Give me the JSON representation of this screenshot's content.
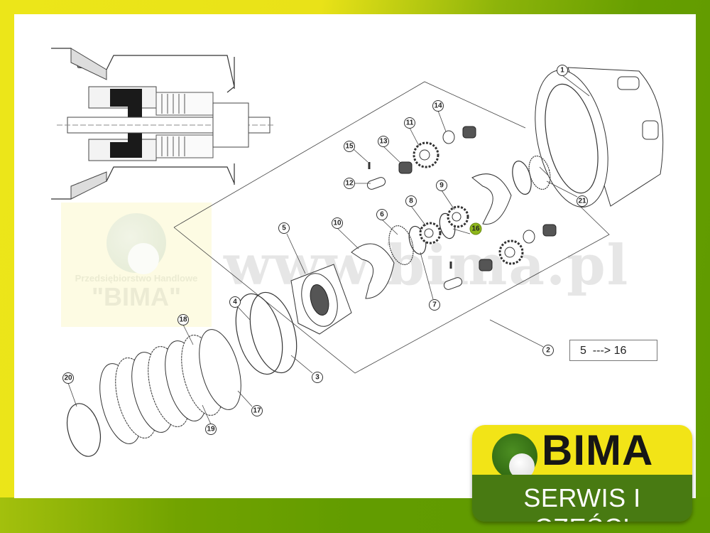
{
  "watermark": {
    "company_prefix": "Przedsiębiorstwo Handlowe",
    "company_name": "\"BIMA\"",
    "url": "www.bima.pl"
  },
  "range_note": "5  ---> 16",
  "callouts": [
    "1",
    "2",
    "3",
    "4",
    "5",
    "6",
    "7",
    "8",
    "9",
    "10",
    "11",
    "12",
    "13",
    "14",
    "15",
    "16",
    "17",
    "18",
    "19",
    "20",
    "21"
  ],
  "highlighted_part": "16",
  "logo": {
    "name": "BIMA",
    "tagline": "SERWIS I CZĘŚCI"
  },
  "colors": {
    "frame_yellow": "#ece619",
    "frame_green": "#5f9a00",
    "highlight": "#8fb81c",
    "logo_yellow": "#f2e417",
    "logo_green": "#487a12"
  }
}
